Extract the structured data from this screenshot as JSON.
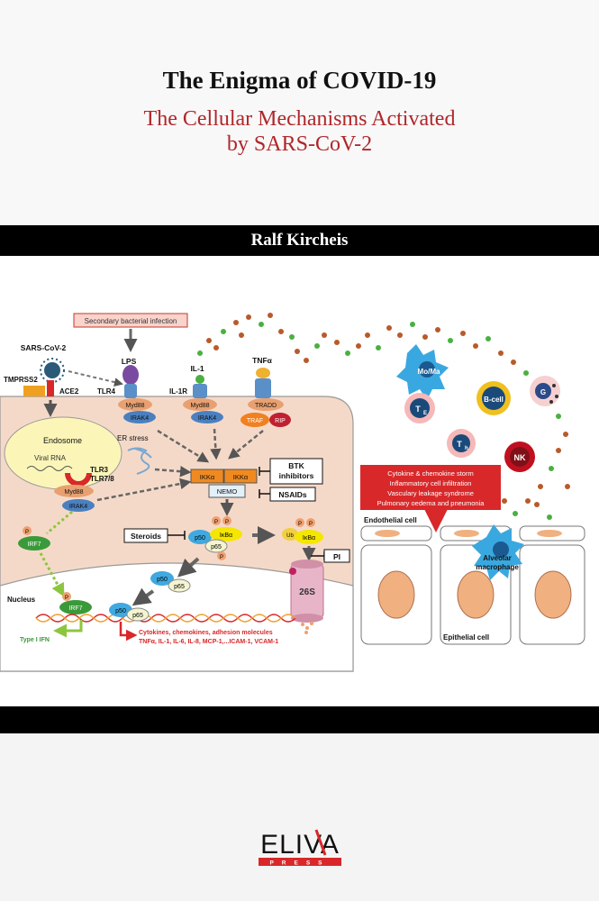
{
  "book": {
    "title": "The Enigma of COVID-19",
    "subtitle_line1": "The Cellular Mechanisms Activated",
    "subtitle_line2": "by SARS-CoV-2",
    "author": "Ralf Kircheis",
    "publisher_logo": "ELIVA",
    "publisher_sub": "PRESS"
  },
  "diagram": {
    "secondary_infection": "Secondary bacterial infection",
    "sars": "SARS-CoV-2",
    "lps": "LPS",
    "il1": "IL-1",
    "tnfa": "TNFα",
    "tmprss2": "TMPRSS2",
    "ace2": "ACE2",
    "tlr4": "TLR4",
    "il1r": "IL-1R",
    "myd88": "Myd88",
    "irak4": "IRAK4",
    "tradd": "TRADD",
    "traf": "TRAF",
    "rip": "RIP",
    "endosome": "Endosome",
    "viral_rna": "Viral RNA",
    "tlr3": "TLR3",
    "tlr78": "TLR7/8",
    "er_stress": "ER stress",
    "ikka": "IKKα",
    "nemo": "NEMO",
    "btk": "BTK",
    "btk2": "inhibitors",
    "nsaids": "NSAIDs",
    "steroids": "Steroids",
    "irf7": "IRF7",
    "p": "P",
    "p50": "p50",
    "p65": "p65",
    "ikba": "IκBα",
    "ub": "Ub",
    "pi": "PI",
    "proteasome": "26S",
    "nucleus": "Nucleus",
    "type1ifn": "Type I IFN",
    "cytokines1": "Cytokines, chemokines, adhesion molecules",
    "cytokines2": "TNFα, IL-1, IL-6, IL-8, MCP-1,...ICAM-1, VCAM-1",
    "storm1": "Cytokine & chemokine storm",
    "storm2": "Inflammatory cell infiltration",
    "storm3": "Vasculary leakage syndrome",
    "storm4": "Pulmonary oedema and pneumonia",
    "endothelial": "Endothelial cell",
    "epithelial": "Epithelial cell",
    "alveolar1": "Alveolar",
    "alveolar2": "macrophage",
    "mo_ma": "Mo/Ma",
    "te": "T",
    "te_sub": "E",
    "th": "T",
    "th_sub": "h",
    "bcell": "B-cell",
    "g": "G",
    "nk": "NK"
  },
  "colors": {
    "title": "#111111",
    "subtitle": "#b0262a",
    "cell": "#f5d9c8",
    "red_box": "#d8282a"
  }
}
